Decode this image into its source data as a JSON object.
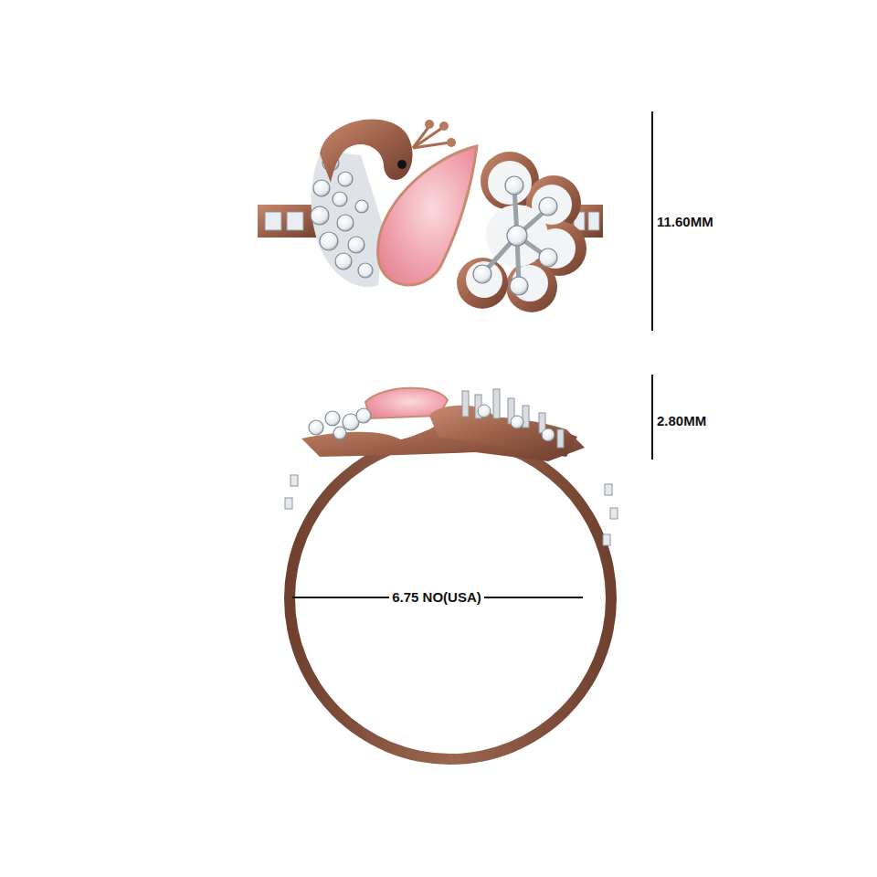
{
  "diagram": {
    "labels": [
      "11.60MM",
      "2.80MM",
      "6.75 NO(USA)"
    ]
  }
}
